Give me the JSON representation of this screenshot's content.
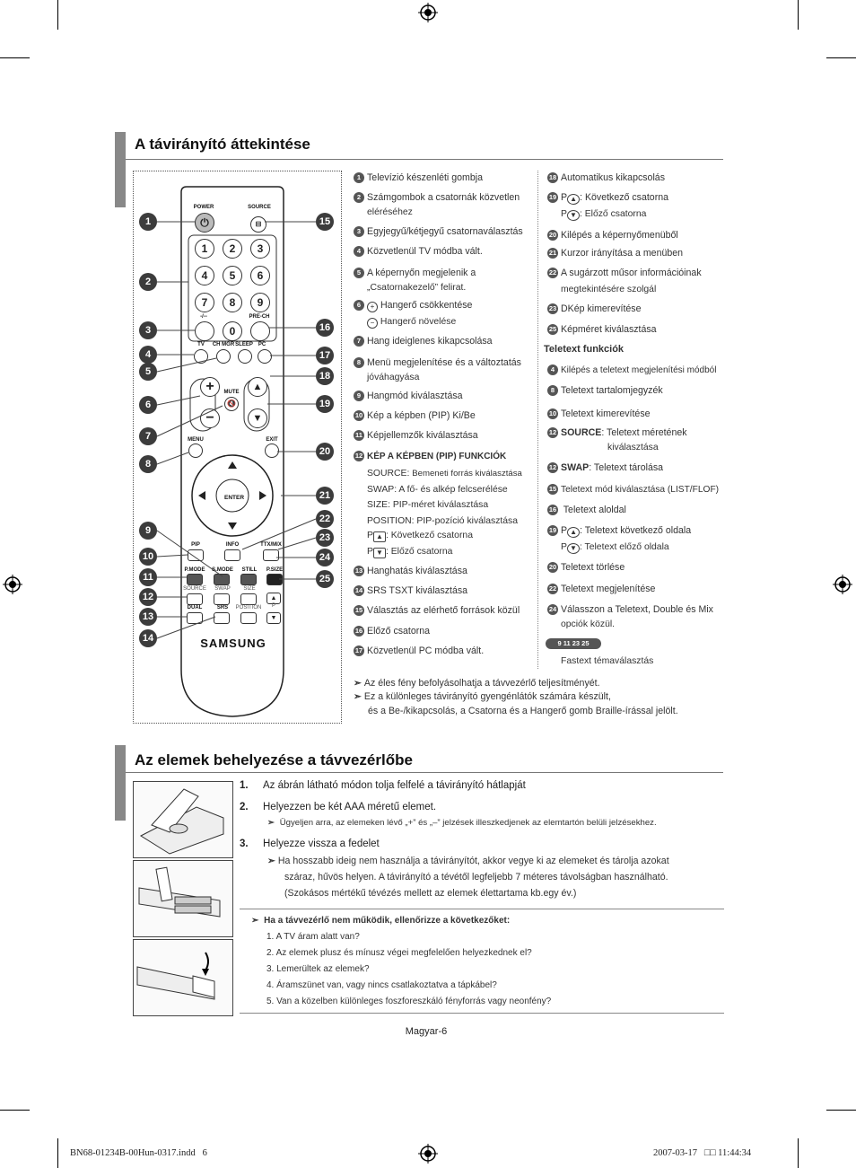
{
  "section1": {
    "title": "A távirányító áttekintése",
    "left_list": [
      {
        "n": "1",
        "t": "Televízió készenléti gombja"
      },
      {
        "n": "2",
        "t": "Számgombok a csatornák közvetlen",
        "t2": "eléréséhez"
      },
      {
        "n": "3",
        "t": "Egyjegyű/kétjegyű csatornaválasztás"
      },
      {
        "n": "4",
        "t": "Közvetlenül TV módba vált."
      },
      {
        "n": "5",
        "t": "A képernyőn megjelenik a",
        "t2": "„Csatornakezelő” felirat."
      },
      {
        "n": "6",
        "t": "Hangerő csökkentése",
        "t2": "Hangerő növelése"
      },
      {
        "n": "7",
        "t": "Hang ideiglenes kikapcsolása"
      },
      {
        "n": "8",
        "t": "Menü megjelenítése és a változtatás",
        "t2": "jóváhagyása"
      },
      {
        "n": "9",
        "t": "Hangmód kiválasztása"
      },
      {
        "n": "10",
        "t": "Kép a képben (PIP) Ki/Be"
      },
      {
        "n": "11",
        "t": "Képjellemzők kiválasztása"
      },
      {
        "n": "12",
        "t": "KÉP A KÉPBEN (PIP) FUNKCIÓK"
      },
      {
        "n": "13",
        "t": "Hanghatás kiválasztása"
      },
      {
        "n": "14",
        "t": "SRS TSXT kiválasztása"
      },
      {
        "n": "15",
        "t": "Választás az elérhető források közül"
      },
      {
        "n": "16",
        "t": "Előző csatorna"
      },
      {
        "n": "17",
        "t": "Közvetlenül PC módba vált."
      }
    ],
    "pip": {
      "source_k": "SOURCE:",
      "source_v": "Bemeneti forrás kiválasztása",
      "swap": "SWAP: A fő- és alkép felcserélése",
      "size": "SIZE: PIP-méret kiválasztása",
      "position": "POSITION: PIP-pozíció kiválasztása",
      "next": ": Következő csatorna",
      "prev": ": Előző csatorna"
    },
    "right_list": [
      {
        "n": "18",
        "t": "Automatikus kikapcsolás"
      },
      {
        "n": "19",
        "t": ": Következő csatorna",
        "t2": ": Előző csatorna"
      },
      {
        "n": "20",
        "t": "Kilépés a képernyőmenüből"
      },
      {
        "n": "21",
        "t": "Kurzor irányítása a menüben"
      },
      {
        "n": "22",
        "t": "A sugárzott műsor információinak",
        "t2": "megtekintésére szolgál"
      },
      {
        "n": "23",
        "t": "DKép kimerevítése"
      },
      {
        "n": "25",
        "t": "Képméret kiválasztása"
      }
    ],
    "teletext_title": "Teletext funkciók",
    "teletext": [
      {
        "n": "4",
        "t": "Kilépés a teletext megjelenítési módból"
      },
      {
        "n": "8",
        "t": "Teletext tartalomjegyzék"
      },
      {
        "n": "10",
        "t": "Teletext kimerevítése"
      },
      {
        "n": "12",
        "t": "SOURCE",
        "t1": ": Teletext méretének",
        "t2": "kiválasztása"
      },
      {
        "n": "12",
        "t": "SWAP",
        "t1": ": Teletext tárolása"
      },
      {
        "n": "15",
        "t": "Teletext mód kiválasztása (LIST/FLOF)"
      },
      {
        "n": "16",
        "t": "Teletext aloldal"
      },
      {
        "n": "19",
        "t": ": Teletext következő oldala",
        "t2": ": Teletext előző oldala"
      },
      {
        "n": "20",
        "t": "Teletext törlése"
      },
      {
        "n": "22",
        "t": "Teletext megjelenítése"
      },
      {
        "n": "24",
        "t": "Válasszon a Teletext, Double és Mix",
        "t2": "opciók közül."
      },
      {
        "n": "9 11 23 25",
        "t": "Fastext témaválasztás"
      }
    ],
    "notes": [
      "Az éles fény befolyásolhatja a távvezérlő teljesítményét.",
      "Ez a különleges távirányító gyengénlátók számára készült,",
      "és a Be-/kikapcsolás, a Csatorna és a Hangerő gomb Braille-írással jelölt."
    ],
    "p_letter": "P"
  },
  "remote": {
    "power": "POWER",
    "source": "SOURCE",
    "prech": "PRE-CH",
    "tv": "TV",
    "chmgr": "CH MGR",
    "sleep": "SLEEP",
    "pc": "PC",
    "mute": "MUTE",
    "menu": "MENU",
    "exit": "EXIT",
    "enter": "ENTER",
    "pip": "PIP",
    "info": "INFO",
    "ttxmix": "TTX/MIX",
    "pmode": "P.MODE",
    "smode": "S.MODE",
    "still": "STILL",
    "psize": "P.SIZE",
    "src2": "SOURCE",
    "swap": "SWAP",
    "size": "SIZE",
    "dual": "DUAL",
    "srs": "SRS",
    "position": "POSITION",
    "p": "P",
    "brand": "SAMSUNG",
    "keys": [
      "1",
      "2",
      "3",
      "4",
      "5",
      "6",
      "7",
      "8",
      "9",
      "-/--",
      "0"
    ]
  },
  "section2": {
    "title": "Az elemek behelyezése a távvezérlőbe",
    "steps": [
      {
        "n": "1.",
        "t": "Az ábrán látható módon tolja felfelé a távirányító hátlapját"
      },
      {
        "n": "2.",
        "t": "Helyezzen be két AAA méretű elemet."
      },
      {
        "n": "3.",
        "t": "Helyezze vissza a fedelet"
      }
    ],
    "note2": "Ügyeljen arra, az elemeken lévő „+” és „–” jelzések illeszkedjenek az elemtartón belüli jelzésekhez.",
    "note3": [
      "Ha hosszabb ideig nem használja a távirányítót, akkor vegye ki az elemeket és tárolja azokat",
      "száraz, hűvös helyen. A távirányító a tévétől legfeljebb 7 méteres távolságban használható.",
      "(Szokásos mértékű tévézés mellett az elemek élettartama kb.egy év.)"
    ],
    "check_title": "Ha a távvezérlő nem működik, ellenőrizze a következőket:",
    "checks": [
      "1. A TV áram alatt van?",
      "2. Az elemek plusz és mínusz végei megfelelően helyezkednek el?",
      "3. Lemerültek az elemek?",
      "4. Áramszünet van, vagy nincs csatlakoztatva a tápkábel?",
      "5. Van a közelben különleges foszforeszkáló fényforrás vagy neonfény?"
    ]
  },
  "footer": {
    "page": "Magyar-6",
    "file": "BN68-01234B-00Hun-0317.indd   6",
    "date": "2007-03-17   □□ 11:44:34"
  }
}
